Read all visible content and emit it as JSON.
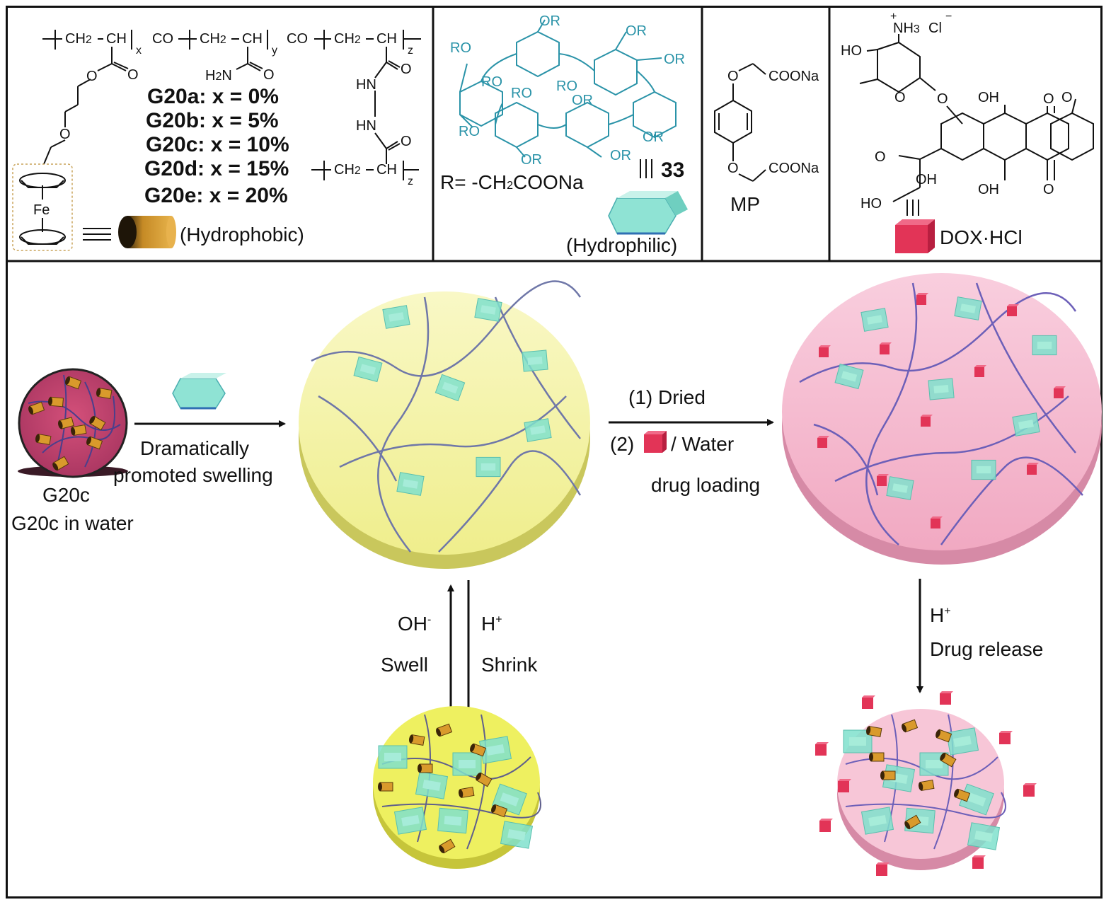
{
  "colors": {
    "border": "#111111",
    "teal": "#2a93a8",
    "gel_yellow": "#f3f29a",
    "gel_yellow_edge": "#c9c75c",
    "gel_pink": "#f6b9d0",
    "gel_pink_edge": "#d68aa6",
    "gel_dark": "#c2406a",
    "ferrocene_orange": "#d99a2c",
    "host_cyan": "#7fe0cc",
    "dox_red": "#e8315a",
    "network_line": "#6c5fb8"
  },
  "panels": {
    "polymer": {
      "backbone": {
        "ch2_1": "CH",
        "ch2_1_sub": "2",
        "ch_1": "CH",
        "x": "x",
        "co_1": "CO",
        "ch2_2": "CH",
        "ch2_2_sub": "2",
        "ch_2": "CH",
        "y": "y",
        "co_2": "CO",
        "ch2_3": "CH",
        "ch2_3_sub": "2",
        "ch_3": "CH",
        "z": "z"
      },
      "ester_o1": "O",
      "ester_o2": "O",
      "ether_o": "O",
      "amide_h2n": "H",
      "amide_h2n_sub": "2",
      "amide_n": "N",
      "amide_o": "O",
      "amide_o_right": "O",
      "hn_1": "HN",
      "hn_2": "HN",
      "amide_o_right2": "O",
      "lower_ch2": "CH",
      "lower_ch2_sub": "2",
      "lower_ch": "CH",
      "lower_z": "z",
      "fe": "Fe",
      "variants": [
        "G20a: x = 0%",
        "G20b: x = 5%",
        "G20c: x = 10%",
        "G20d: x = 15%",
        "G20e: x = 20%"
      ],
      "equiv_symbol": "≡",
      "hydrophobic_label": "(Hydrophobic)"
    },
    "pillararene": {
      "or_labels": [
        "OR",
        "OR",
        "OR",
        "RO",
        "RO",
        "RO",
        "RO",
        "OR",
        "RO",
        "RO",
        "OR",
        "OR",
        "OR",
        "OR"
      ],
      "compound_number": "33",
      "r_definition_prefix": "R= -CH",
      "r_definition_sub": "2",
      "r_definition_suffix": "COONa",
      "hydrophilic_label": "(Hydrophilic)",
      "equiv_symbol": "≡"
    },
    "mp": {
      "o_top": "O",
      "coona_top": "COONa",
      "o_bottom": "O",
      "coona_bottom": "COONa",
      "label": "MP"
    },
    "dox": {
      "plus": "+",
      "nh3": "NH",
      "nh3_sub": "3",
      "cl": "Cl",
      "minus": "−",
      "ho_left": "HO",
      "ring_o": "O",
      "link_o": "O",
      "oh_top": "OH",
      "ketone_o_top": "O",
      "methoxy_o": "O",
      "ketone_o_left": "O",
      "oh_mid": "OH",
      "oh_bottom": "OH",
      "ketone_o_bottom": "O",
      "ho_bottom": "HO",
      "equiv_symbol": "≡",
      "label": "DOX·HCl"
    }
  },
  "scheme": {
    "g20c_label": "G20c",
    "g20c_water_label": "G20c in water",
    "swelling_label_1": "Dramatically",
    "swelling_label_2": "promoted swelling",
    "step1_label": "(1) Dried",
    "step2_prefix": "(2)",
    "step2_suffix": "/ Water",
    "drug_loading_label": "drug loading",
    "oh_label": "OH",
    "oh_sup": "-",
    "swell_label": "Swell",
    "h_label": "H",
    "h_sup": "+",
    "shrink_label": "Shrink",
    "h2_label": "H",
    "h2_sup": "+",
    "release_label": "Drug release"
  }
}
